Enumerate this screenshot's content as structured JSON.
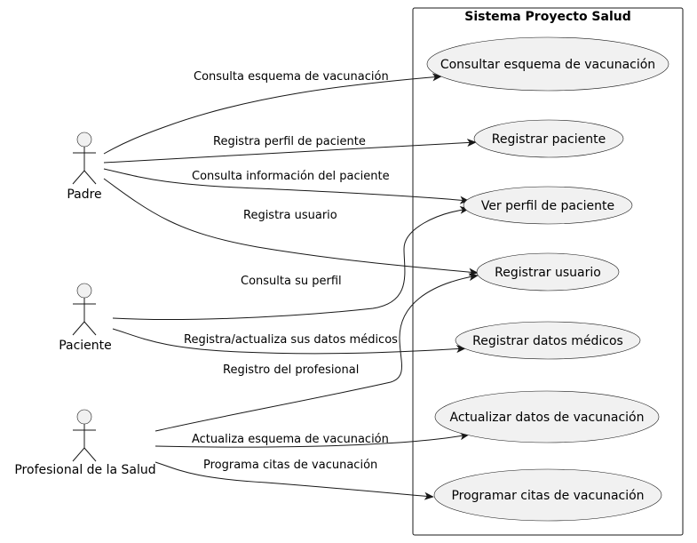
{
  "system": {
    "title": "Sistema Proyecto Salud"
  },
  "actors": [
    {
      "id": "padre",
      "label": "Padre"
    },
    {
      "id": "paciente",
      "label": "Paciente"
    },
    {
      "id": "profesional",
      "label": "Profesional de la Salud"
    }
  ],
  "use_cases": [
    {
      "id": "uc1",
      "label": "Consultar esquema de vacunación"
    },
    {
      "id": "uc2",
      "label": "Registrar paciente"
    },
    {
      "id": "uc3",
      "label": "Ver perfil de paciente"
    },
    {
      "id": "uc4",
      "label": "Registrar usuario"
    },
    {
      "id": "uc5",
      "label": "Registrar datos médicos"
    },
    {
      "id": "uc6",
      "label": "Actualizar datos de vacunación"
    },
    {
      "id": "uc7",
      "label": "Programar citas de vacunación"
    }
  ],
  "associations": [
    {
      "from": "padre",
      "to": "uc1",
      "label": "Consulta esquema de vacunación"
    },
    {
      "from": "padre",
      "to": "uc2",
      "label": "Registra perfil de paciente"
    },
    {
      "from": "padre",
      "to": "uc3",
      "label": "Consulta información del paciente"
    },
    {
      "from": "padre",
      "to": "uc4",
      "label": "Registra usuario"
    },
    {
      "from": "paciente",
      "to": "uc3",
      "label": "Consulta su perfil"
    },
    {
      "from": "paciente",
      "to": "uc5",
      "label": "Registra/actualiza sus datos médicos"
    },
    {
      "from": "profesional",
      "to": "uc4",
      "label": "Registro del profesional"
    },
    {
      "from": "profesional",
      "to": "uc6",
      "label": "Actualiza esquema de vacunación"
    },
    {
      "from": "profesional",
      "to": "uc7",
      "label": "Programa citas de vacunación"
    }
  ]
}
